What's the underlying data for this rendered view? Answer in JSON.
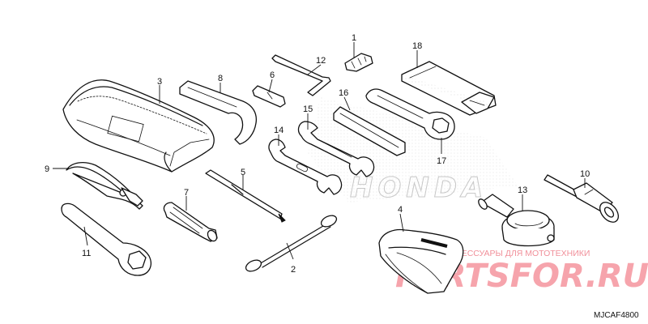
{
  "callouts": {
    "c1": "1",
    "c2": "2",
    "c3": "3",
    "c4": "4",
    "c5": "5",
    "c6": "6",
    "c7": "7",
    "c8": "8",
    "c9": "9",
    "c10": "10",
    "c11": "11",
    "c12": "12",
    "c13": "13",
    "c14": "14",
    "c15": "15",
    "c16": "16",
    "c17": "17",
    "c18": "18"
  },
  "diagram_code": "MJCAF4800",
  "watermark": {
    "brand": "HONDA",
    "tagline": "ЗАПЧАСТИ И АКСЕССУАРЫ ДЛЯ МОТОТЕХНИКИ",
    "logo": "PARTSFOR.RU"
  }
}
